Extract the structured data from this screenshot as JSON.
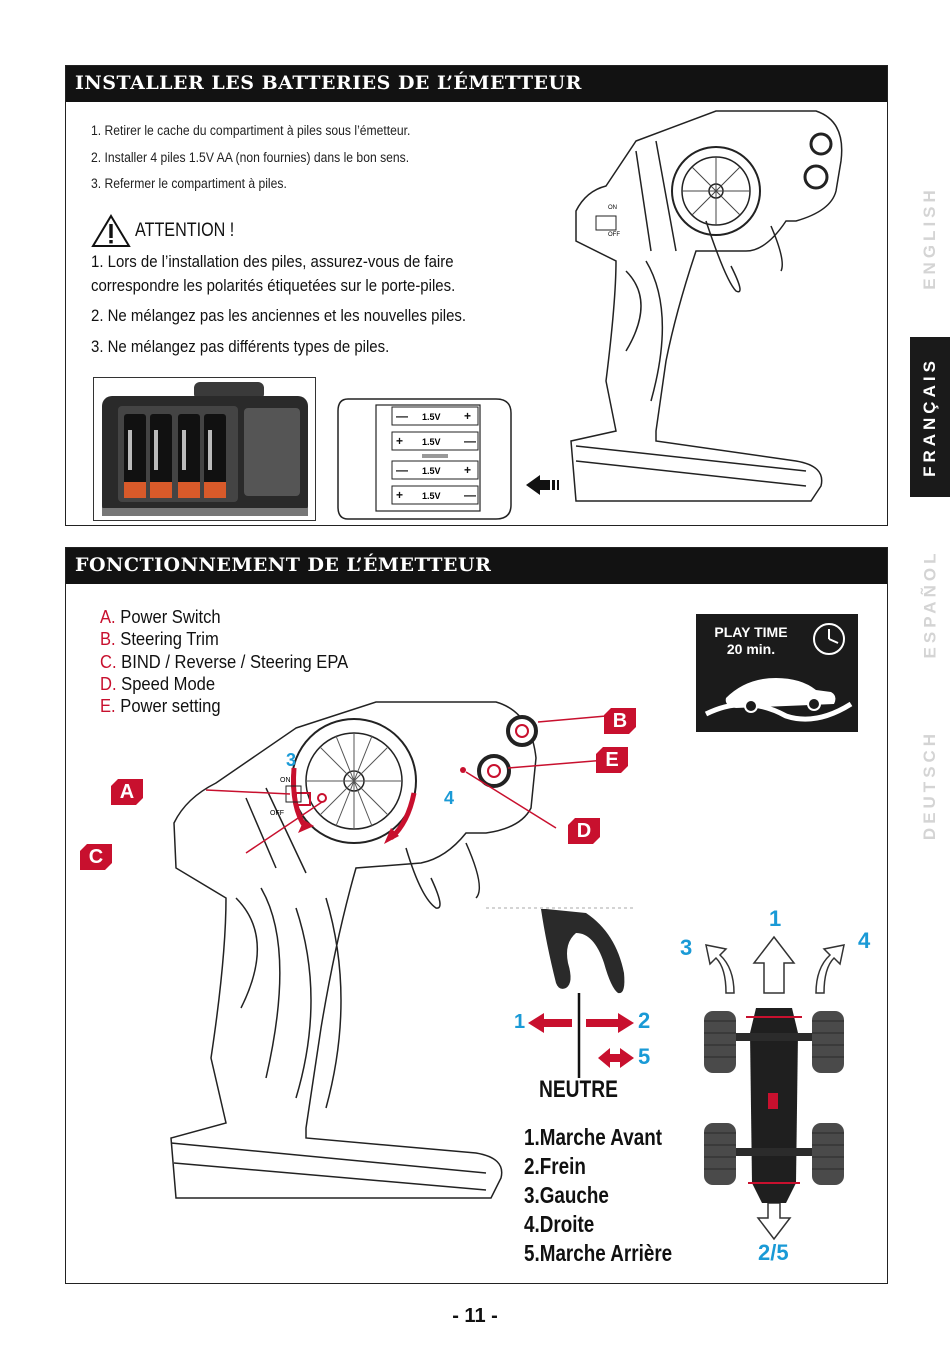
{
  "sidebar": {
    "tabs": [
      "ENGLISH",
      "FRANÇAIS",
      "ESPAÑOL",
      "DEUTSCH"
    ],
    "active": "FRANÇAIS"
  },
  "section1": {
    "title": "INSTALLER LES BATTERIES DE L’ÉMETTEUR",
    "steps": [
      "1. Retirer le cache du compartiment à piles sous l’émetteur.",
      "2. Installer 4 piles 1.5V AA (non fournies) dans le bon sens.",
      "3. Refermer le compartiment à piles."
    ],
    "attention_title": "ATTENTION !",
    "warnings": [
      "1. Lors de l’installation des piles, assurez-vous de faire",
      "correspondre les polarités étiquetées sur le porte-piles.",
      "2. Ne mélangez pas les anciennes et les nouvelles piles.",
      "3. Ne mélangez pas différents types de piles."
    ],
    "battery_label": "1.5V",
    "switch_on": "ON",
    "switch_off": "OFF"
  },
  "section2": {
    "title": "FONCTIONNEMENT DE L’ÉMETTEUR",
    "legend": [
      {
        "key": "A.",
        "label": "Power Switch"
      },
      {
        "key": "B.",
        "label": "Steering Trim"
      },
      {
        "key": "C.",
        "label": "BIND / Reverse / Steering EPA"
      },
      {
        "key": "D.",
        "label": "Speed Mode"
      },
      {
        "key": "E.",
        "label": "Power setting"
      }
    ],
    "playtime": {
      "line1": "PLAY TIME",
      "line2": "20 min."
    },
    "badges": [
      "A",
      "B",
      "C",
      "D",
      "E"
    ],
    "wheel_numbers": [
      "3",
      "4"
    ],
    "trigger_numbers": {
      "left": "1",
      "right_top": "2",
      "right_bottom": "5"
    },
    "neutral_label": "NEUTRE",
    "car_numbers": {
      "top": "1",
      "left": "3",
      "right": "4",
      "bottom": "2/5"
    },
    "functions": [
      "1.Marche Avant",
      "2.Frein",
      "3.Gauche",
      "4.Droite",
      "5.Marche Arrière"
    ]
  },
  "page_number": "- 11 -",
  "colors": {
    "accent_red": "#c8102e",
    "accent_blue": "#1a9ad6",
    "header_bg": "#121212"
  }
}
